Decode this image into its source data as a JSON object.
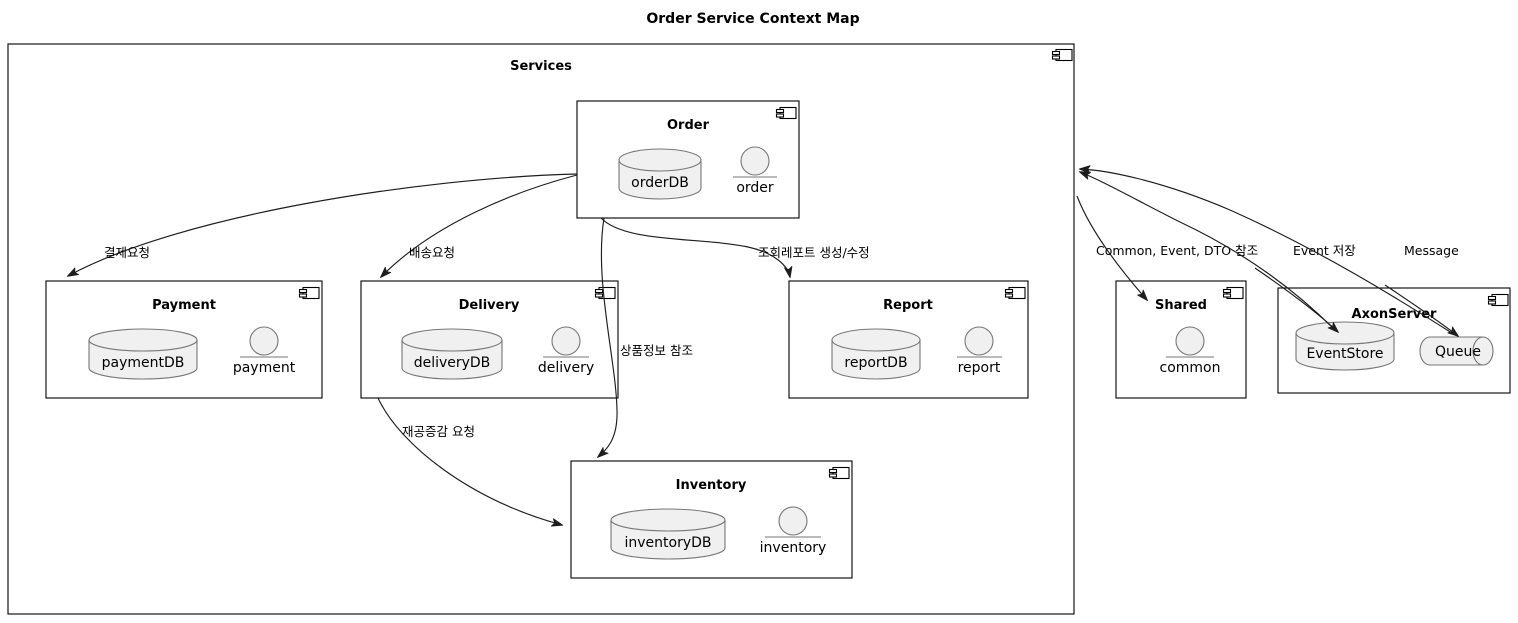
{
  "diagram": {
    "title": "Order Service Context Map",
    "type": "uml-component-context-map"
  },
  "package": {
    "name": "Services",
    "icon": "component-icon"
  },
  "components": [
    {
      "id": "order",
      "title": "Order",
      "database": "orderDB",
      "interface": "order",
      "icon": "component-icon"
    },
    {
      "id": "payment",
      "title": "Payment",
      "database": "paymentDB",
      "interface": "payment",
      "icon": "component-icon"
    },
    {
      "id": "delivery",
      "title": "Delivery",
      "database": "deliveryDB",
      "interface": "delivery",
      "icon": "component-icon"
    },
    {
      "id": "report",
      "title": "Report",
      "database": "reportDB",
      "interface": "report",
      "icon": "component-icon"
    },
    {
      "id": "inventory",
      "title": "Inventory",
      "database": "inventoryDB",
      "interface": "inventory",
      "icon": "component-icon"
    },
    {
      "id": "shared",
      "title": "Shared",
      "database": null,
      "interface": "common",
      "icon": "component-icon"
    },
    {
      "id": "axonserver",
      "title": "AxonServer",
      "database": "EventStore",
      "queue": "Queue",
      "interface": null,
      "icon": "component-icon"
    }
  ],
  "edges": [
    {
      "id": "order-payment",
      "from": "Order",
      "to": "Payment",
      "label": "결제요청"
    },
    {
      "id": "order-delivery",
      "from": "Order",
      "to": "Delivery",
      "label": "배송요청"
    },
    {
      "id": "order-report",
      "from": "Order",
      "to": "Report",
      "label": "조회레포트 생성/수정"
    },
    {
      "id": "order-inventory",
      "from": "Order",
      "to": "Inventory",
      "label": "상품정보 참조"
    },
    {
      "id": "delivery-inventory",
      "from": "Delivery",
      "to": "Inventory",
      "label": "재공증감 요청"
    },
    {
      "id": "services-shared",
      "from": "Services",
      "to": "Shared",
      "label": "Common, Event, DTO 참조"
    },
    {
      "id": "eventstore-services",
      "from": "AxonServer EventStore",
      "to": "Services",
      "label": "Event 저장"
    },
    {
      "id": "queue-services",
      "from": "AxonServer Queue",
      "to": "Services",
      "label": "Message"
    }
  ],
  "colors": {
    "background": "#ffffff",
    "stroke": "#000000",
    "shape_fill": "#f0f0f0",
    "shape_stroke": "#767676",
    "edge": "#1d1d1d"
  }
}
